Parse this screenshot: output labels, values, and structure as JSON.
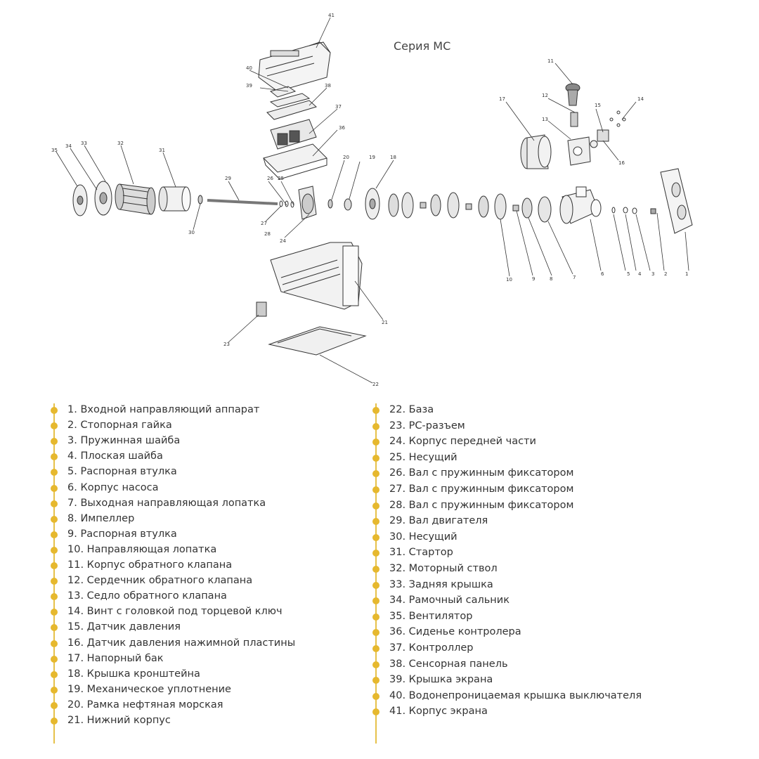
{
  "series_title": "Серия МС",
  "colors": {
    "accent": "#e6b82e",
    "rail": "#e6c14a",
    "line": "#333333"
  },
  "legend": {
    "left": [
      "1. Входной направляющий аппарат",
      "2. Стопорная гайка",
      "3. Пружинная шайба",
      "4. Плоская шайба",
      "5. Распорная втулка",
      "6. Корпус насоса",
      "7. Выходная направляющая лопатка",
      "8. Импеллер",
      "9. Распорная втулка",
      "10. Направляющая лопатка",
      "11. Корпус обратного клапана",
      "12. Сердечник обратного клапана",
      "13. Седло обратного клапана",
      "14. Винт с головкой под торцевой ключ",
      "15. Датчик давления",
      "16. Датчик давления нажимной пластины",
      "17. Напорный бак",
      "18. Крышка кронштейна",
      "19. Механическое уплотнение",
      "20. Рамка нефтяная морская",
      "21. Нижний корпус"
    ],
    "right": [
      "22. База",
      "23. PC-разъем",
      "24. Корпус передней части",
      "25. Несущий",
      "26. Вал с пружинным фиксатором",
      "27. Вал с пружинным фиксатором",
      "28. Вал с пружинным фиксатором",
      "29. Вал двигателя",
      "30. Несущий",
      "31. Стартор",
      "32. Моторный ствол",
      "33. Задняя крышка",
      "34. Рамочный сальник",
      "35. Вентилятор",
      "36. Сиденье контролера",
      "37. Контроллер",
      "38. Сенсорная панель",
      "39. Крышка экрана",
      "40. Водонепроницаемая крышка выключателя",
      "41. Корпус экрана"
    ]
  },
  "callouts": [
    "1",
    "2",
    "3",
    "4",
    "5",
    "6",
    "7",
    "8",
    "9",
    "10",
    "11",
    "12",
    "13",
    "14",
    "15",
    "16",
    "17",
    "18",
    "19",
    "20",
    "21",
    "22",
    "23",
    "24",
    "25",
    "26",
    "27",
    "28",
    "29",
    "30",
    "31",
    "32",
    "33",
    "34",
    "35",
    "36",
    "37",
    "38",
    "39",
    "40",
    "41"
  ]
}
